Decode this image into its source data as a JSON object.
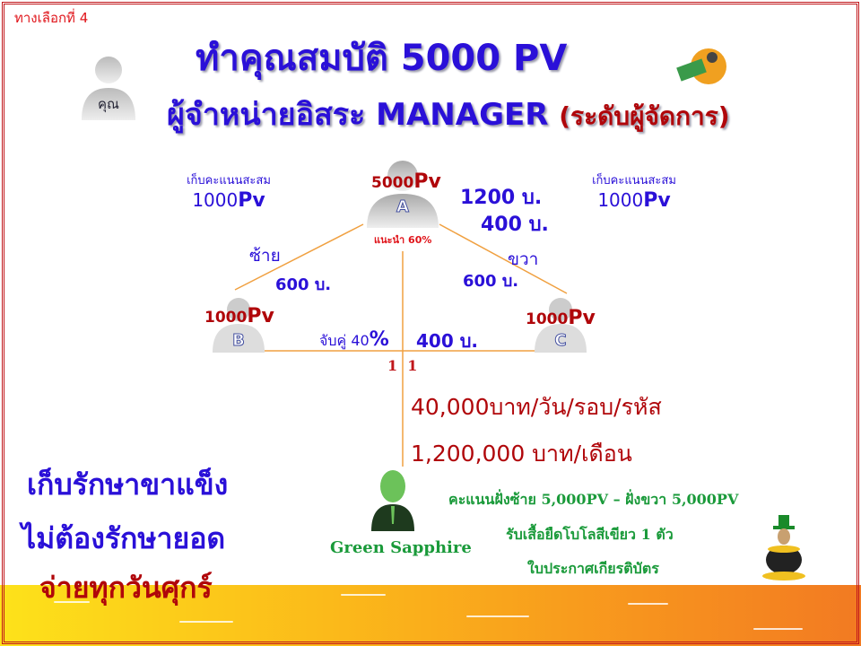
{
  "option_label": "ทางเลือกที่ 4",
  "you_label": "คุณ",
  "title_line1": "ทำคุณสมบัติ 5000 PV",
  "title_line2_thai": "ผู้จำหน่ายอิสระ",
  "title_line2_en": "MANAGER",
  "title_line2_paren": "(ระดับผู้จัดการ)",
  "left_accum": {
    "label": "เก็บคะแนนสะสม",
    "num": "1000",
    "unit": "Pv"
  },
  "right_accum": {
    "label": "เก็บคะแนนสะสม",
    "num": "1000",
    "unit": "Pv"
  },
  "node_a": {
    "num": "5000",
    "unit": "Pv",
    "letter": "A",
    "referral": "แนะนำ 60%"
  },
  "node_b": {
    "num": "1000",
    "unit": "Pv",
    "letter": "B"
  },
  "node_c": {
    "num": "1000",
    "unit": "Pv",
    "letter": "C"
  },
  "a_amount1": "1200 บ.",
  "a_amount2": "400 บ.",
  "left_label": "ซ้าย",
  "right_label": "ขวา",
  "left_amount": "600 บ.",
  "right_amount": "600 บ.",
  "matching_label": "จับคู่ 40",
  "matching_pct": "%",
  "matching_amount": "400 บ.",
  "ratio": "1  1",
  "income_daily": "40,000บาท/วัน/รอบ/รหัส",
  "income_monthly": "1,200,000 บาท/เดือน",
  "slogan": [
    "เก็บรักษาขาแข็ง",
    "ไม่ต้องรักษายอด",
    "จ่ายทุกวันศุกร์"
  ],
  "rank_name": "Green Sapphire",
  "rewards": [
    "คะแนนฝั่งซ้าย 5,000PV – ฝั่งขวา 5,000PV",
    "รับเสื้อยืดโบโลสีเขียว 1 ตัว",
    "ใบประกาศเกียรติบัตร"
  ]
}
